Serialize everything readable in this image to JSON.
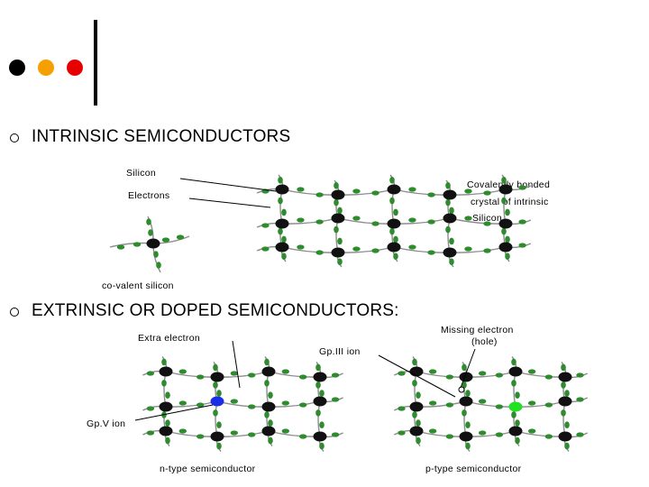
{
  "slide": {
    "bullet_dot_colors": [
      "#000000",
      "#f5a000",
      "#e60000"
    ],
    "heading1": "INTRINSIC SEMICONDUCTORS",
    "heading2": "EXTRINSIC OR DOPED SEMICONDUCTORS:"
  },
  "diagram1": {
    "label_silicon": "Silicon",
    "label_electrons": "Electrons",
    "label_covalent_1": "Covalently bonded",
    "label_covalent_2": "crystal of intrinsic",
    "label_covalent_3": "Silicon",
    "label_covalent_si": "co-valent silicon"
  },
  "diagram2": {
    "label_extra": "Extra electron",
    "label_gpv": "Gp.V ion",
    "label_caption": "n-type semiconductor",
    "dopant_color": "#1a2ee6"
  },
  "diagram3": {
    "label_missing_1": "Missing electron",
    "label_missing_2": "(hole)",
    "label_gpiii": "Gp.III ion",
    "label_caption": "p-type semiconductor",
    "dopant_color": "#22e022"
  },
  "colors": {
    "atom": "#111111",
    "electron": "#2e8b2e",
    "bond": "#8c8c8c"
  }
}
